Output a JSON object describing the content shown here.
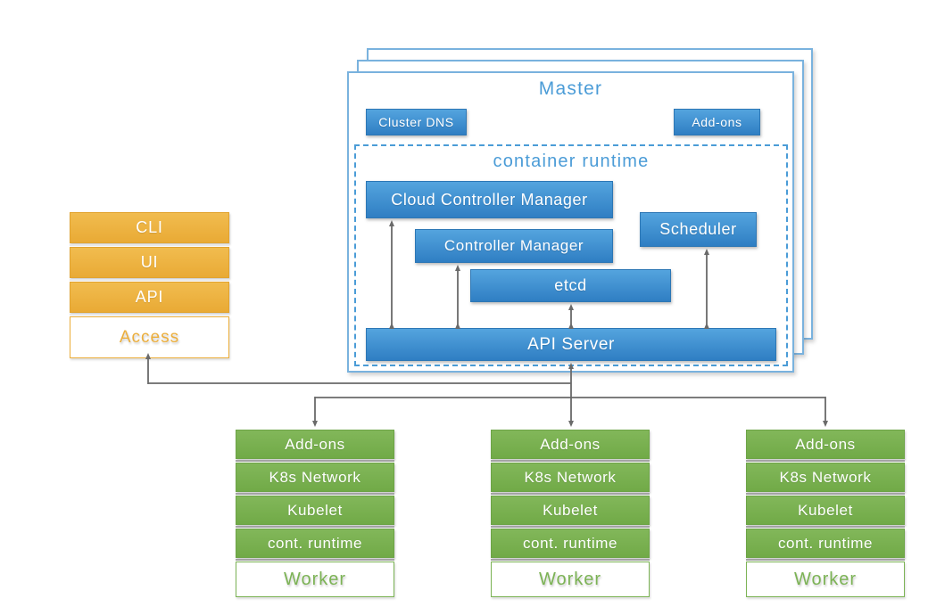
{
  "colors": {
    "blue-top": "#54a4de",
    "blue-bottom": "#2f7ec3",
    "blue-accent": "#4b9cd7",
    "blue-border": "#79b2de",
    "orange-top": "#f1bc4f",
    "orange-bottom": "#e9aa35",
    "orange-accent": "#ecae3b",
    "green-top": "#82b75a",
    "green-bottom": "#71aa47",
    "green-accent": "#7cb355",
    "line-gray": "#6a6a6a"
  },
  "master": {
    "title": "Master",
    "cluster_dns": "Cluster DNS",
    "addons": "Add-ons",
    "container_runtime": "container runtime",
    "cloud_controller_manager": "Cloud Controller Manager",
    "controller_manager": "Controller Manager",
    "scheduler": "Scheduler",
    "etcd": "etcd",
    "api_server": "API Server"
  },
  "access_stack": {
    "items": [
      "CLI",
      "UI",
      "API"
    ],
    "base": "Access"
  },
  "worker_stack": {
    "rows": [
      "Add-ons",
      "K8s Network",
      "Kubelet",
      "cont. runtime"
    ],
    "base": "Worker"
  }
}
